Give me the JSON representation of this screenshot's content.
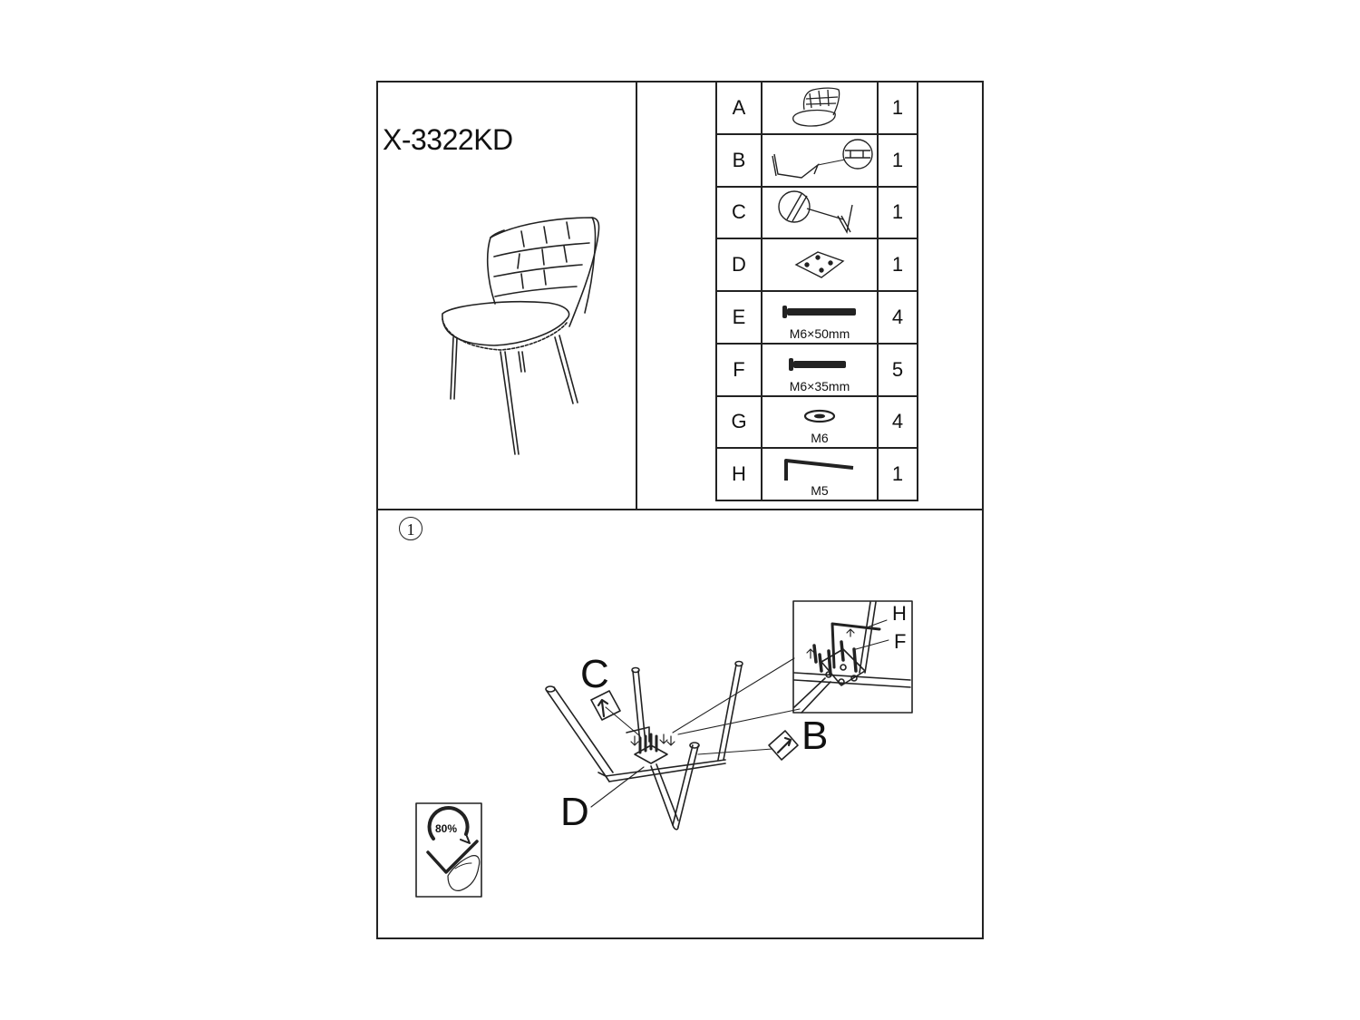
{
  "model": {
    "name": "X-3322KD"
  },
  "parts": [
    {
      "letter": "A",
      "qty": "1",
      "icon": "seat-shell-icon",
      "size": ""
    },
    {
      "letter": "B",
      "qty": "1",
      "icon": "front-leg-frame-icon",
      "size": ""
    },
    {
      "letter": "C",
      "qty": "1",
      "icon": "rear-leg-frame-icon",
      "size": ""
    },
    {
      "letter": "D",
      "qty": "1",
      "icon": "mounting-plate-icon",
      "size": ""
    },
    {
      "letter": "E",
      "qty": "4",
      "icon": "bolt-long-icon",
      "size": "M6×50mm"
    },
    {
      "letter": "F",
      "qty": "5",
      "icon": "bolt-short-icon",
      "size": "M6×35mm"
    },
    {
      "letter": "G",
      "qty": "4",
      "icon": "washer-icon",
      "size": "M6"
    },
    {
      "letter": "H",
      "qty": "1",
      "icon": "allen-key-icon",
      "size": "M5"
    }
  ],
  "step": {
    "number": "1",
    "callouts": {
      "c": "C",
      "b": "B",
      "d": "D"
    },
    "inset_labels": {
      "h": "H",
      "f": "F"
    },
    "tip": {
      "percent": "80%",
      "icon": "hand-tighten-icon"
    }
  }
}
